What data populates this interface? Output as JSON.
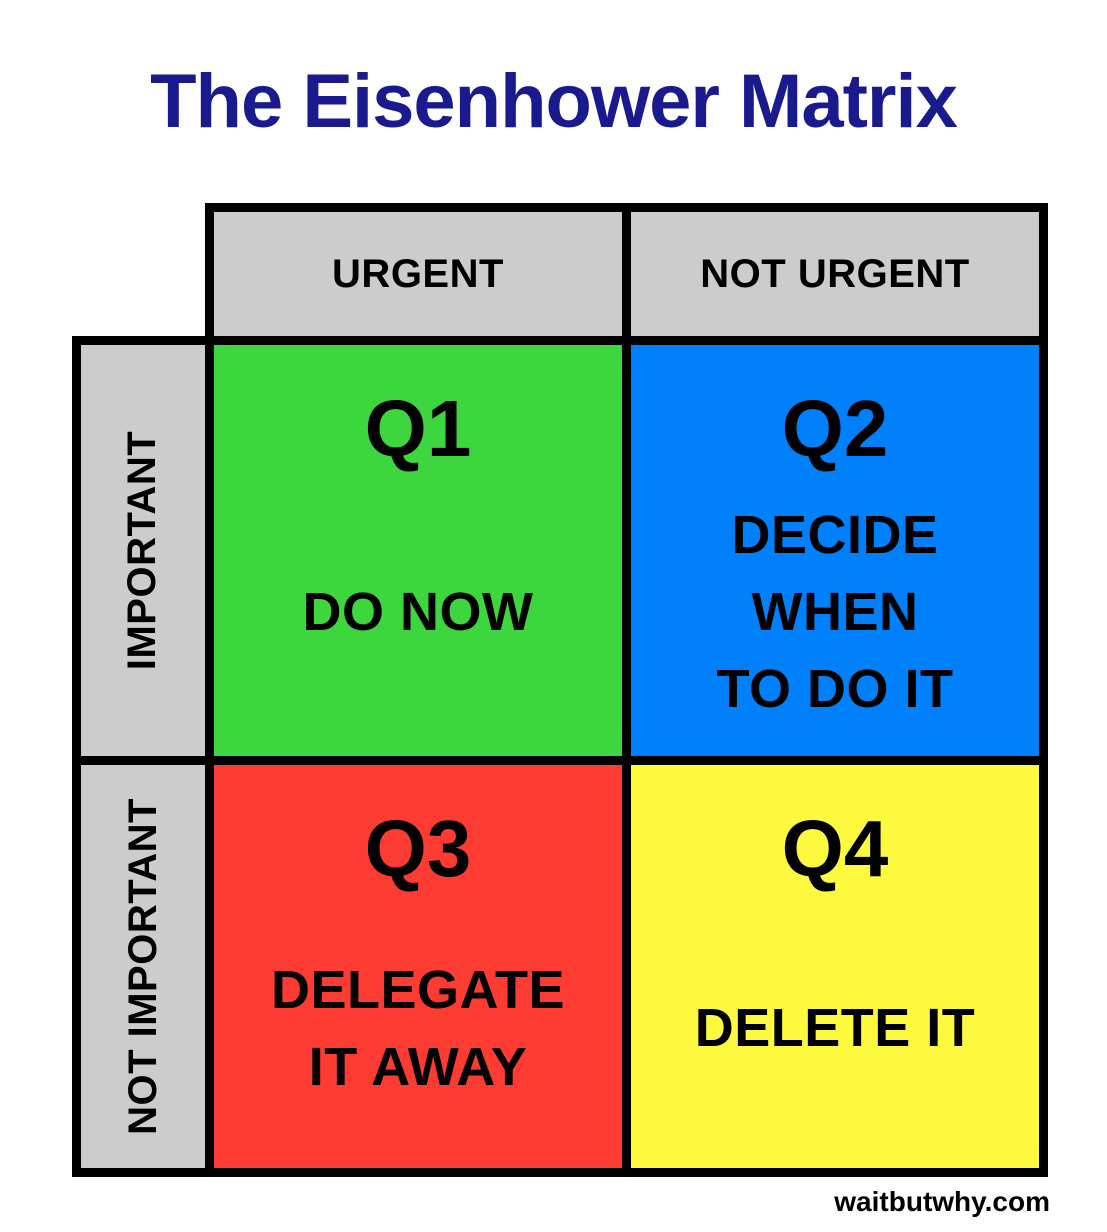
{
  "title": {
    "text": "The Eisenhower Matrix",
    "color": "#1a1a8f"
  },
  "matrix": {
    "border_color": "#000000",
    "header_bg": "#cccccc",
    "col_headers": [
      {
        "label": "URGENT"
      },
      {
        "label": "NOT URGENT"
      }
    ],
    "row_headers": [
      {
        "label": "IMPORTANT"
      },
      {
        "label": "NOT IMPORTANT"
      }
    ],
    "quadrants": [
      {
        "id": "Q1",
        "label": "Q1",
        "action": "DO NOW",
        "color": "#3ed63e",
        "urgency": "URGENT",
        "importance": "IMPORTANT"
      },
      {
        "id": "Q2",
        "label": "Q2",
        "action": "DECIDE\nWHEN\nTO DO IT",
        "color": "#0080fa",
        "urgency": "NOT URGENT",
        "importance": "IMPORTANT"
      },
      {
        "id": "Q3",
        "label": "Q3",
        "action": "DELEGATE\nIT AWAY",
        "color": "#fc3b33",
        "urgency": "URGENT",
        "importance": "NOT IMPORTANT"
      },
      {
        "id": "Q4",
        "label": "Q4",
        "action": "DELETE IT",
        "color": "#fdf93f",
        "urgency": "NOT URGENT",
        "importance": "NOT IMPORTANT"
      }
    ]
  },
  "footer": {
    "text": "waitbutwhy.com"
  }
}
